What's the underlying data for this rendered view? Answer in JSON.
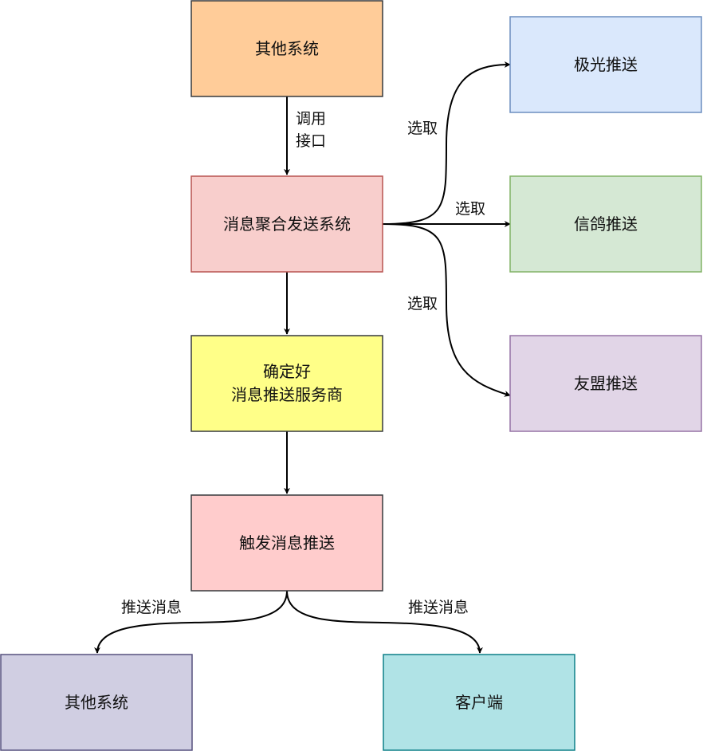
{
  "nodes": {
    "other_system_top": {
      "label": "其他系统",
      "fill": "#ffcc99",
      "stroke": "#36393d"
    },
    "aggregator": {
      "label": "消息聚合发送系统",
      "fill": "#f8cecc",
      "stroke": "#b85450"
    },
    "jiguang": {
      "label": "极光推送",
      "fill": "#dae8fc",
      "stroke": "#6c8ebf"
    },
    "xinge": {
      "label": "信鸽推送",
      "fill": "#d5e8d4",
      "stroke": "#82b366"
    },
    "youmeng": {
      "label": "友盟推送",
      "fill": "#e1d5e7",
      "stroke": "#9673a6"
    },
    "provider": {
      "label_line1": "确定好",
      "label_line2": "消息推送服务商",
      "fill": "#ffff88",
      "stroke": "#36393d"
    },
    "trigger": {
      "label": "触发消息推送",
      "fill": "#ffcccc",
      "stroke": "#36393d"
    },
    "other_system_bottom": {
      "label": "其他系统",
      "fill": "#d0cee2",
      "stroke": "#56517e"
    },
    "client": {
      "label": "客户端",
      "fill": "#b0e3e6",
      "stroke": "#0e8088"
    }
  },
  "edges": {
    "call_api": {
      "label_line1": "调用",
      "label_line2": "接口"
    },
    "select_jiguang": {
      "label": "选取"
    },
    "select_xinge": {
      "label": "选取"
    },
    "select_youmeng": {
      "label": "选取"
    },
    "push_to_other": {
      "label": "推送消息"
    },
    "push_to_client": {
      "label": "推送消息"
    }
  }
}
